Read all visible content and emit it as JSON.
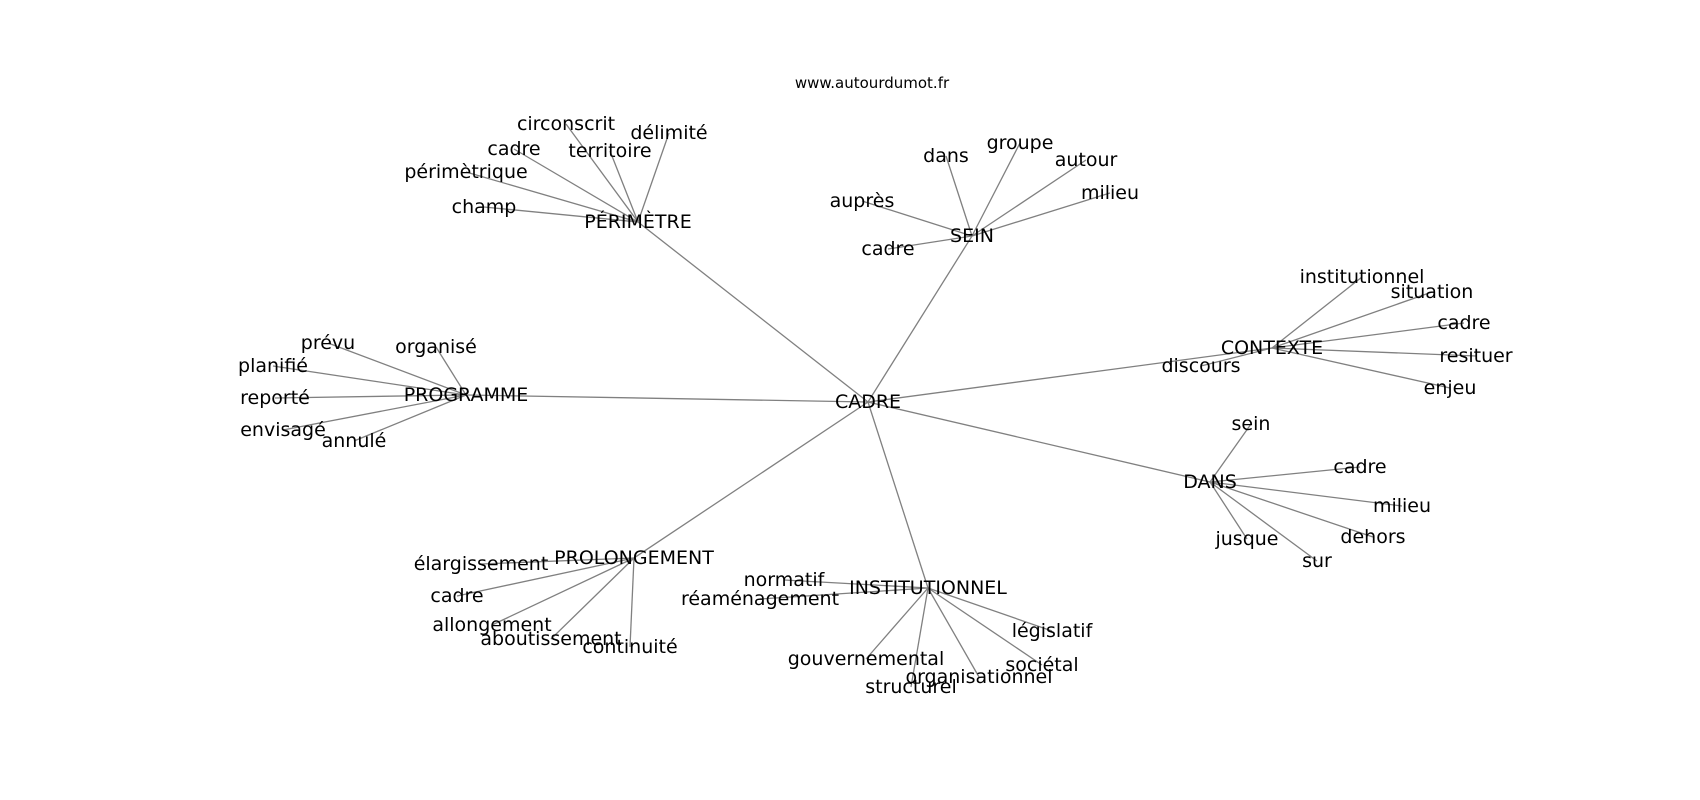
{
  "site": "www.autourdumot.fr",
  "colors": {
    "edge": "#808080",
    "text": "#000000",
    "background": "#ffffff"
  },
  "graph": {
    "center": "CADRE",
    "hubs": [
      {
        "id": "perimetre",
        "label": "PÉRIMÈTRE",
        "leaves": [
          "circonscrit",
          "délimité",
          "cadre",
          "territoire",
          "périmètrique",
          "champ"
        ]
      },
      {
        "id": "sein",
        "label": "SEIN",
        "leaves": [
          "dans",
          "groupe",
          "autour",
          "milieu",
          "auprès",
          "cadre"
        ]
      },
      {
        "id": "contexte",
        "label": "CONTEXTE",
        "leaves": [
          "institutionnel",
          "situation",
          "cadre",
          "resituer",
          "enjeu",
          "discours"
        ]
      },
      {
        "id": "dans",
        "label": "DANS",
        "leaves": [
          "sein",
          "cadre",
          "milieu",
          "dehors",
          "jusque",
          "sur"
        ]
      },
      {
        "id": "programme",
        "label": "PROGRAMME",
        "leaves": [
          "prévu",
          "organisé",
          "planifié",
          "reporté",
          "envisagé",
          "annulé"
        ]
      },
      {
        "id": "prolongement",
        "label": "PROLONGEMENT",
        "leaves": [
          "élargissement",
          "cadre",
          "allongement",
          "aboutissement",
          "continuité"
        ]
      },
      {
        "id": "institutionnel",
        "label": "INSTITUTIONNEL",
        "leaves": [
          "normatif",
          "réaménagement",
          "législatif",
          "sociétal",
          "gouvernemental",
          "organisationnel",
          "structurel"
        ]
      }
    ]
  }
}
